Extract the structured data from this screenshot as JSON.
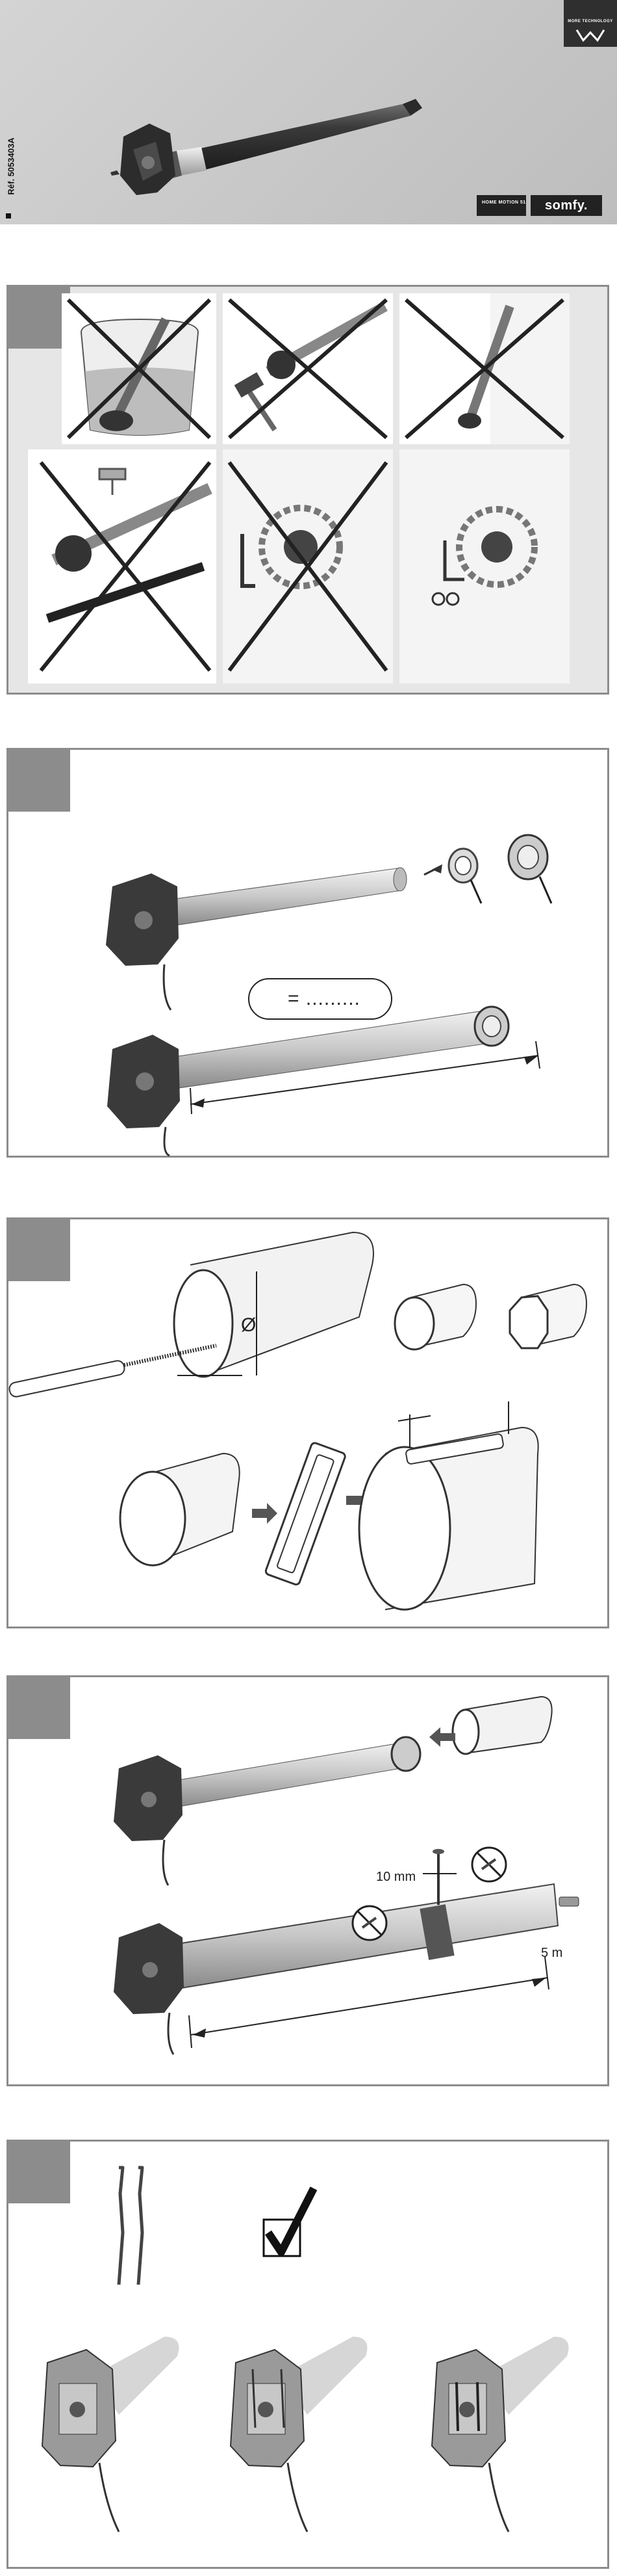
{
  "cover": {
    "brand_box_label": "MORE TECHNOLOGY",
    "reference": "Réf. 5053403A",
    "logo_home": "HOME MOTION 51",
    "logo_somfy": "somfy."
  },
  "step2": {
    "length_label": "= ........."
  },
  "step3": {
    "diameter_symbol": "Ø"
  },
  "step4": {
    "distance_label": "10 mm",
    "offset_label": "5 m"
  },
  "icons": {
    "step1": [
      "water-prohibited-icon",
      "hammer-prohibited-icon",
      "drop-prohibited-icon",
      "drill-prohibited-icon",
      "hang-prohibited-icon",
      "wall-mount-icon"
    ],
    "step5": [
      "spring-clip-icon",
      "checkmark-icon"
    ]
  }
}
